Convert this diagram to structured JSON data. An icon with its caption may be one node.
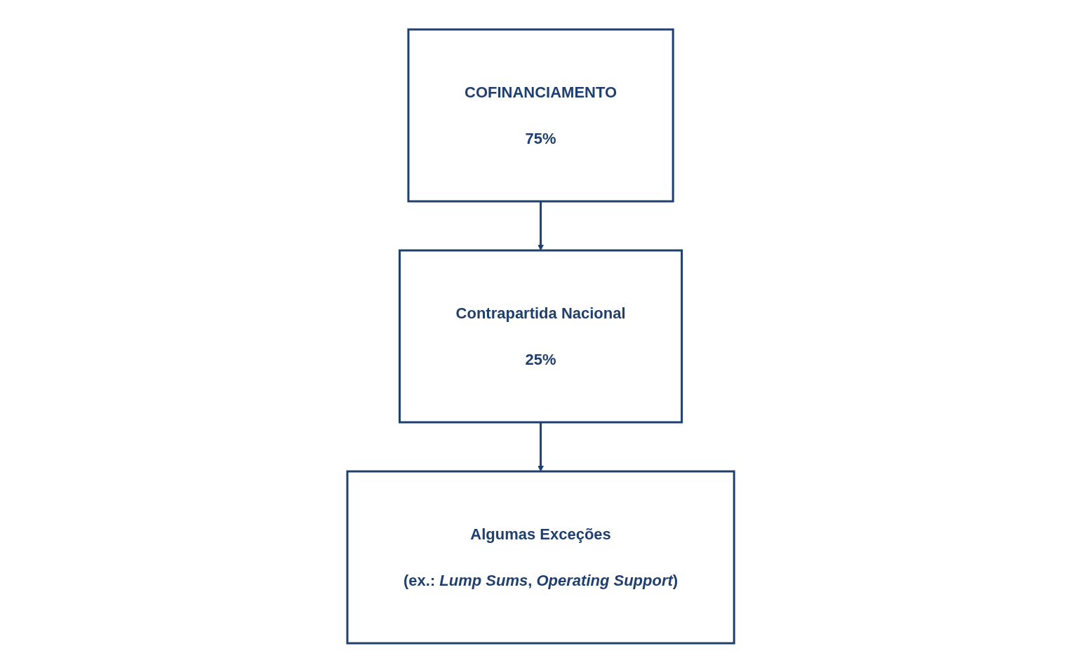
{
  "diagram": {
    "nodes": [
      {
        "text": [
          "COFINANCIAMENTO",
          "75%"
        ]
      },
      {
        "text": [
          "Contrapartida Nacional",
          "25%"
        ]
      },
      {
        "text": [
          "Algumas Exceções",
          "(ex.: *Lump Sums*, *Operating Support*)"
        ]
      }
    ],
    "edges": [
      {
        "from": 0,
        "to": 1,
        "arrow": "to"
      },
      {
        "from": 1,
        "to": 2,
        "arrow": "to"
      }
    ]
  }
}
